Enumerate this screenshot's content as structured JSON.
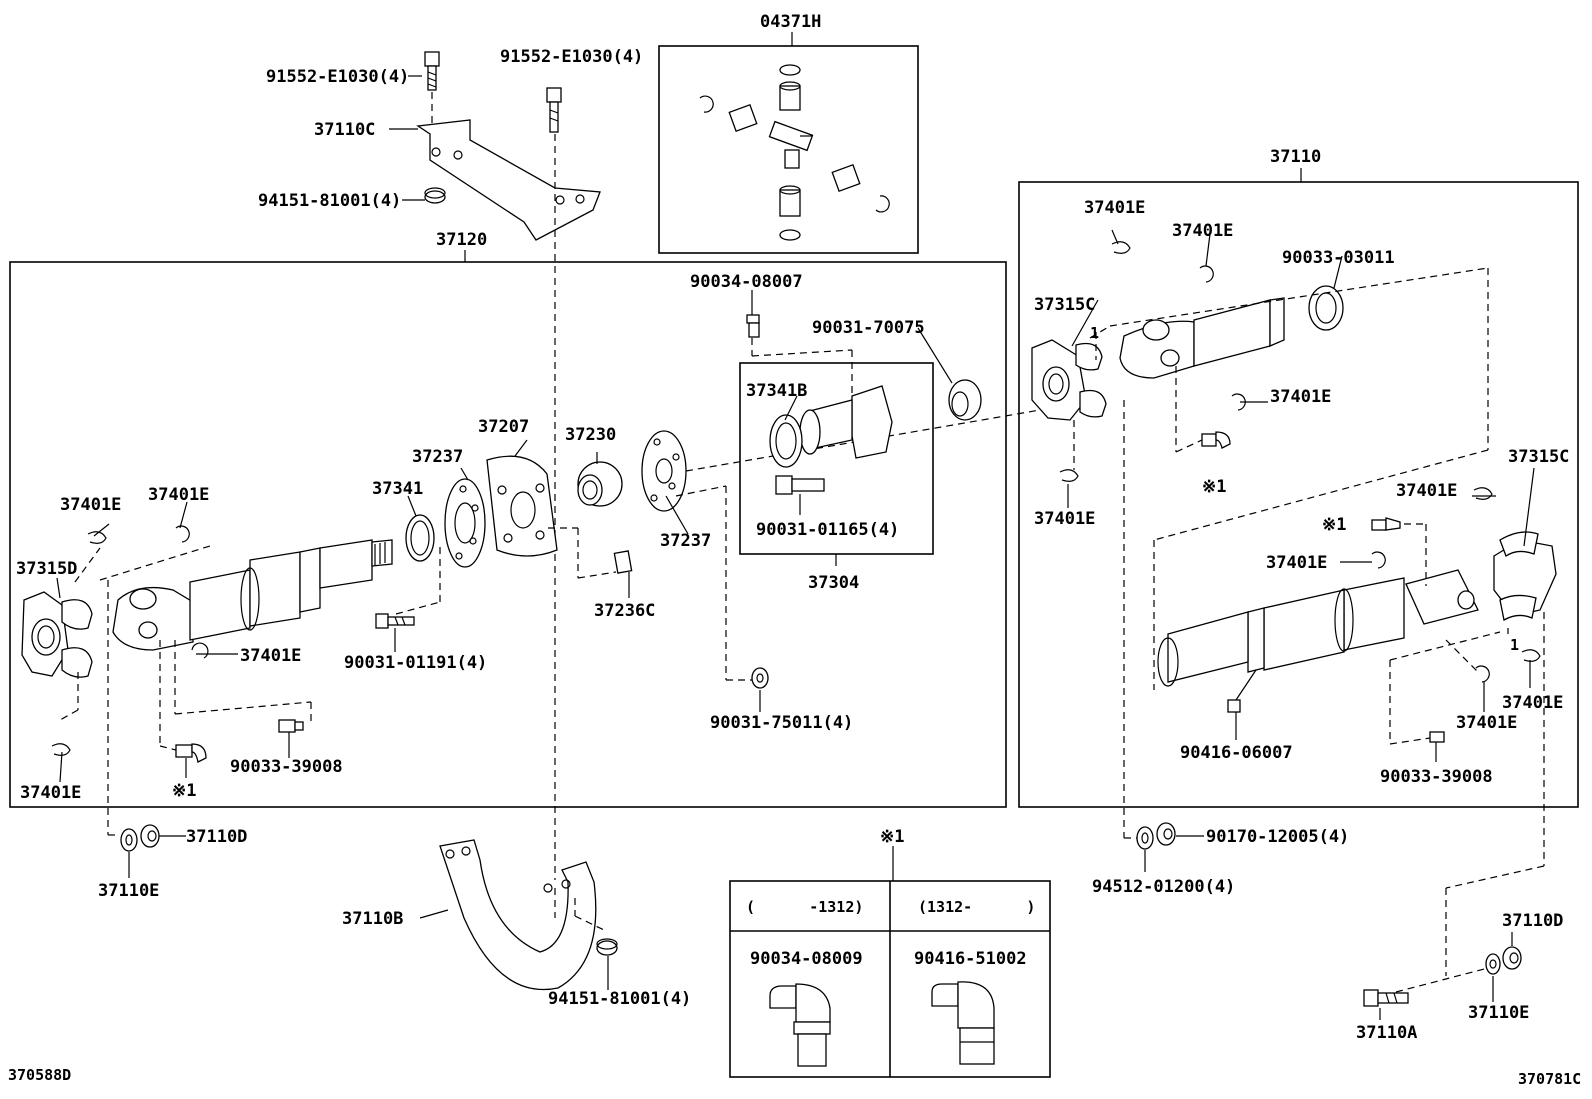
{
  "labels": {
    "k04371H": "04371H",
    "k91552_a": "91552-E1030(4)",
    "k91552_b": "91552-E1030(4)",
    "k37110C": "37110C",
    "k94151_a": "94151-81001(4)",
    "k37120": "37120",
    "k37110": "37110",
    "k37401E_r1": "37401E",
    "k37401E_r2": "37401E",
    "k90033_03011": "90033-03011",
    "k37315C_r": "37315C",
    "k37401E_r3": "37401E",
    "k90034_08007": "90034-08007",
    "k90031_70075": "90031-70075",
    "k37341B": "37341B",
    "k90031_01165": "90031-01165(4)",
    "k37304": "37304",
    "k37207": "37207",
    "k37237_a": "37237",
    "k37230": "37230",
    "k37341": "37341",
    "k37237_b": "37237",
    "k37236C": "37236C",
    "k37401E_l1": "37401E",
    "k37401E_l2": "37401E",
    "k37315D": "37315D",
    "k37401E_l3": "37401E",
    "k90031_01191": "90031-01191(4)",
    "k90033_39008_l": "90033-39008",
    "k37401E_l4": "37401E",
    "k90031_75011": "90031-75011(4)",
    "k37401E_r4": "37401E",
    "k37315C_r2": "37315C",
    "k37401E_r5": "37401E",
    "k37401E_r6": "37401E",
    "k37401E_r7": "37401E",
    "k37401E_r8": "37401E",
    "k90416_06007": "90416-06007",
    "k90033_39008_r": "90033-39008",
    "k37110D_l": "37110D",
    "k37110E_l": "37110E",
    "k37110B": "37110B",
    "k94151_b": "94151-81001(4)",
    "k90170_12005": "90170-12005(4)",
    "k94512_01200": "94512-01200(4)",
    "k37110D_r": "37110D",
    "k37110E_r": "37110E",
    "k37110A": "37110A",
    "k370588D": "370588D",
    "k370781": "370781C"
  },
  "marks": {
    "note": "※1",
    "ref1": "※1",
    "ref2": "※1",
    "ref3": "※1",
    "sub1": "1",
    "sub2": "1"
  },
  "legend_table": {
    "col1_range": "(      -1312)",
    "col2_range": "(1312-      )",
    "col1_part": "90034-08009",
    "col2_part": "90416-51002"
  }
}
